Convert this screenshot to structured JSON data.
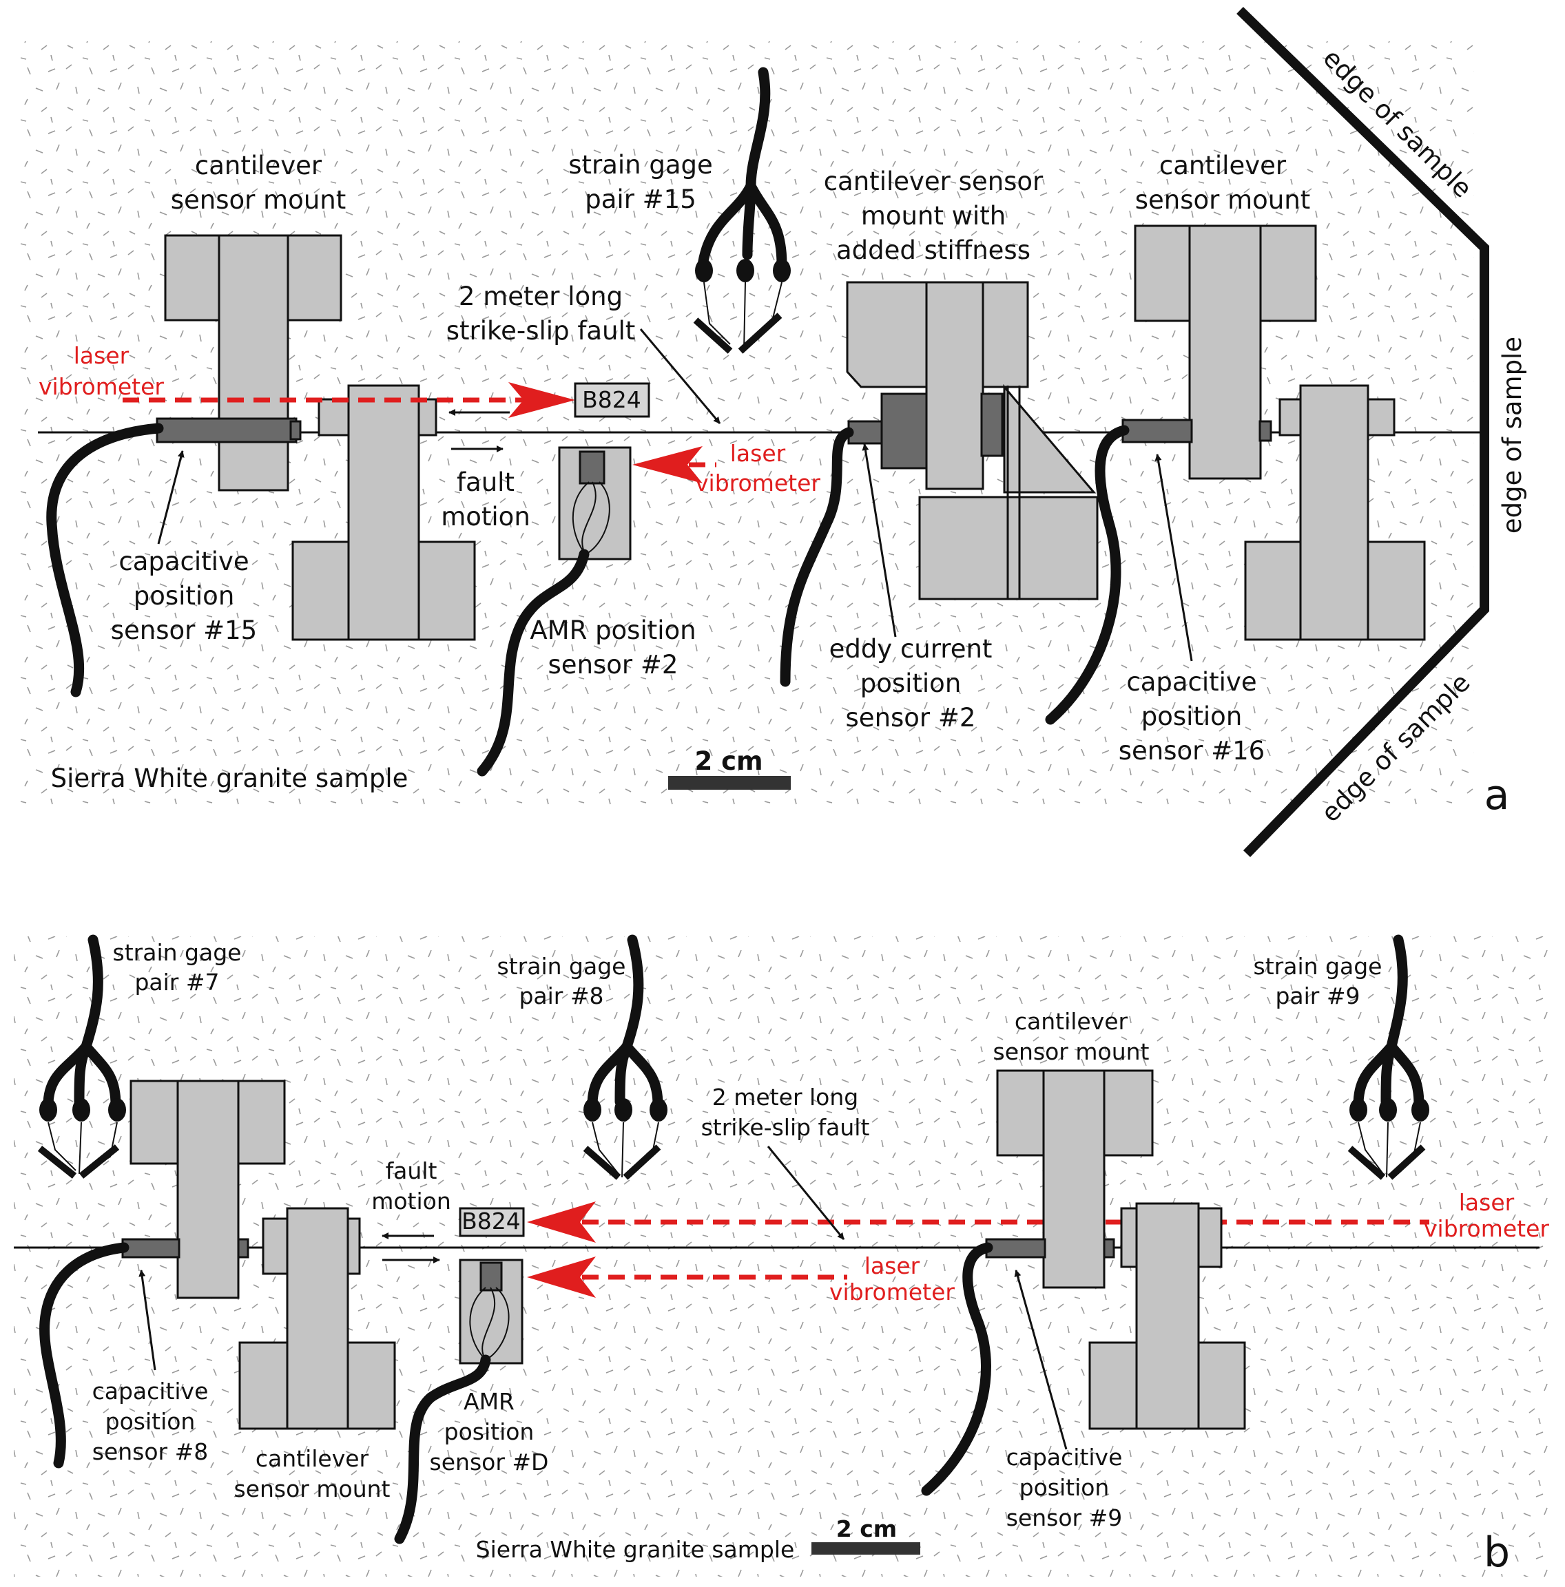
{
  "panel_a": {
    "letter": "a",
    "mount_left": [
      "cantilever",
      "sensor mount"
    ],
    "strain_gage": [
      "strain gage",
      "pair #15"
    ],
    "mount_stiff": [
      "cantilever sensor",
      "mount with",
      "added stiffness"
    ],
    "mount_right": [
      "cantilever",
      "sensor mount"
    ],
    "fault": [
      "2 meter long",
      "strike-slip fault"
    ],
    "laser_left": [
      "laser",
      "vibrometer"
    ],
    "laser_mid": [
      "laser",
      "vibrometer"
    ],
    "b824": "B824",
    "fault_motion": [
      "fault",
      "motion"
    ],
    "cap15": [
      "capacitive",
      "position",
      "sensor #15"
    ],
    "amr2": [
      "AMR position",
      "sensor #2"
    ],
    "eddy2": [
      "eddy current",
      "position",
      "sensor #2"
    ],
    "cap16": [
      "capacitive",
      "position",
      "sensor #16"
    ],
    "sample": "Sierra White granite sample",
    "scale": "2 cm",
    "edge_top": "edge of sample",
    "edge_right": "edge of sample",
    "edge_bottom": "edge of sample"
  },
  "panel_b": {
    "letter": "b",
    "sg7": [
      "strain gage",
      "pair #7"
    ],
    "sg8": [
      "strain gage",
      "pair #8"
    ],
    "sg9": [
      "strain gage",
      "pair #9"
    ],
    "mount_top_right": [
      "cantilever",
      "sensor mount"
    ],
    "fault": [
      "2 meter long",
      "strike-slip fault"
    ],
    "fault_motion": [
      "fault",
      "motion"
    ],
    "b824": "B824",
    "laser_right": [
      "laser",
      "vibrometer"
    ],
    "laser_mid": [
      "laser",
      "vibrometer"
    ],
    "cap8": [
      "capacitive",
      "position",
      "sensor #8"
    ],
    "mount_bottom": [
      "cantilever",
      "sensor mount"
    ],
    "amrD": [
      "AMR",
      "position",
      "sensor #D"
    ],
    "cap9": [
      "capacitive",
      "position",
      "sensor #9"
    ],
    "sample": "Sierra White granite sample",
    "scale": "2 cm"
  },
  "colors": {
    "laser": "#e01e1e",
    "block": "#c4c4c4",
    "sensor": "#6a6a6a"
  }
}
